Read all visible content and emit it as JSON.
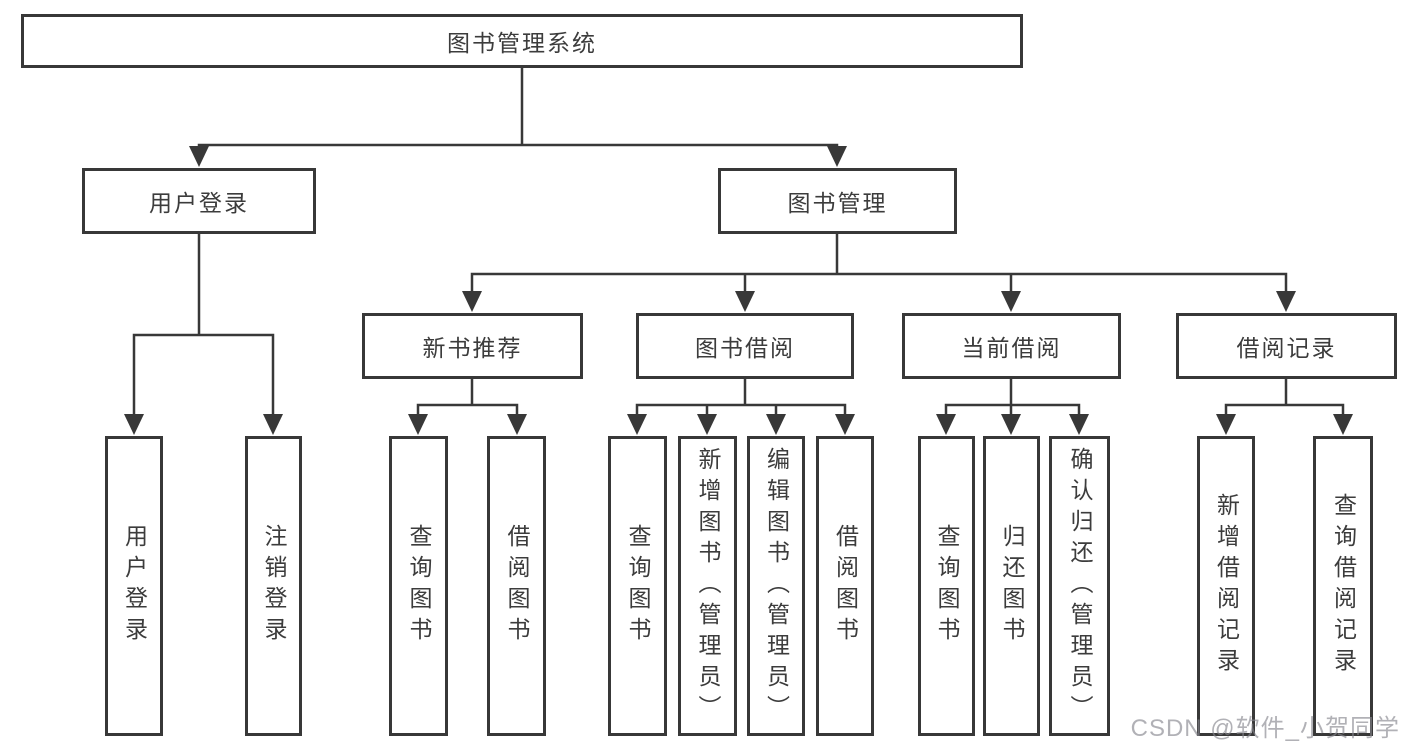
{
  "diagram": {
    "root": "图书管理系统",
    "level2": {
      "user_login": "用户登录",
      "book_mgmt": "图书管理"
    },
    "level3": {
      "new_books": "新书推荐",
      "book_borrow": "图书借阅",
      "current_borrow": "当前借阅",
      "borrow_records": "借阅记录"
    },
    "leaves": {
      "user_login_leaf": "用户登录",
      "logout": "注销登录",
      "nb_query": "查询图书",
      "nb_borrow": "借阅图书",
      "bb_query": "查询图书",
      "bb_add": "新增图书（管理员）",
      "bb_edit": "编辑图书（管理员）",
      "bb_borrow": "借阅图书",
      "cb_query": "查询图书",
      "cb_return": "归还图书",
      "cb_confirm": "确认归还（管理员）",
      "br_add": "新增借阅记录",
      "br_query": "查询借阅记录"
    }
  },
  "watermark": "CSDN @软件_小贺同学",
  "colors": {
    "line": "#383838",
    "box_border": "#383838",
    "text": "#3c3c3c",
    "watermark": "#87878f"
  }
}
